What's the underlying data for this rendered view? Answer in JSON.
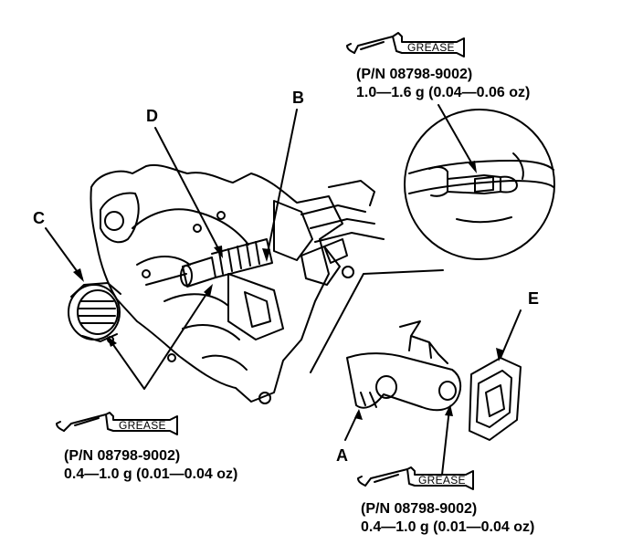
{
  "labels": {
    "a": "A",
    "b": "B",
    "c": "C",
    "d": "D",
    "e": "E"
  },
  "grease_tubes": {
    "top": "GREASE",
    "left": "GREASE",
    "bottom_right": "GREASE"
  },
  "specs": {
    "top": {
      "part_number": "(P/N 08798-9002)",
      "amount": "1.0—1.6 g (0.04—0.06 oz)"
    },
    "left": {
      "part_number": "(P/N 08798-9002)",
      "amount": "0.4—1.0 g (0.01—0.04 oz)"
    },
    "bottom_right": {
      "part_number": "(P/N 08798-9002)",
      "amount": "0.4—1.0 g (0.01—0.04 oz)"
    }
  }
}
